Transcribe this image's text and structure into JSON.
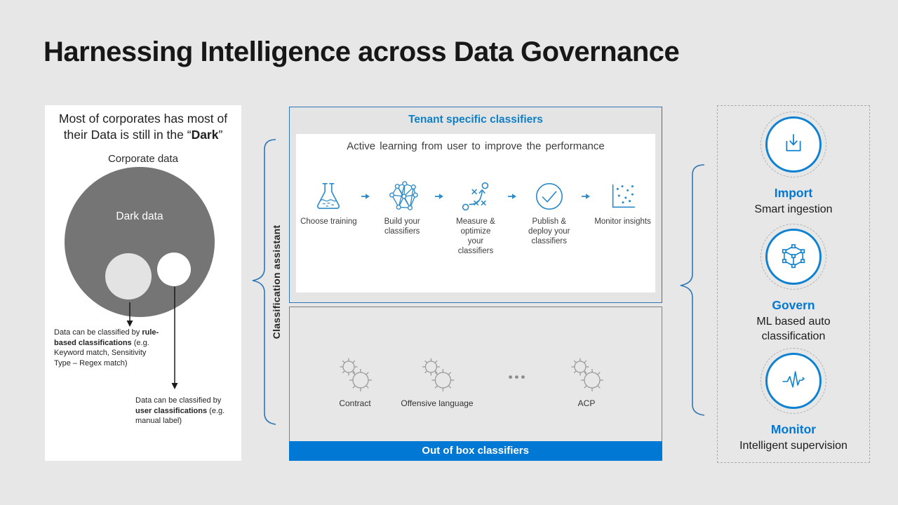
{
  "title": "Harnessing Intelligence across Data Governance",
  "colors": {
    "background": "#e7e7e7",
    "accent_blue": "#0078d4",
    "icon_blue": "#2e8bc9",
    "brace_blue": "#2e75b6",
    "dark_circle_gray": "#757575"
  },
  "left_panel": {
    "intro_line1": "Most of corporates has most of",
    "intro_line2_pre": "their Data is still in the “",
    "intro_bold": "Dark",
    "intro_line2_post": "”",
    "diagram_title": "Corporate data",
    "dark_circle_label": "Dark data",
    "annotation_rule": {
      "pre": "Data can be classified by ",
      "bold": "rule-based classifications",
      "post": " (e.g. Keyword match, Sensitivity Type – Regex match)"
    },
    "annotation_user": {
      "pre": "Data can be classified by ",
      "bold": "user classifications",
      "post": " (e.g. manual label)"
    }
  },
  "classification_assistant": {
    "label": "Classification assistant",
    "tenant_box": {
      "title": "Tenant specific classifiers",
      "subtitle": "Active learning from user to improve the performance",
      "steps": [
        {
          "icon": "flask-icon",
          "label": "Choose training"
        },
        {
          "icon": "network-icon",
          "label": "Build your classifiers"
        },
        {
          "icon": "strategy-icon",
          "label": "Measure & optimize your classifiers"
        },
        {
          "icon": "check-circle-icon",
          "label": "Publish & deploy your classifiers"
        },
        {
          "icon": "scatter-chart-icon",
          "label": "Monitor insights"
        }
      ]
    },
    "out_of_box": {
      "banner": "Out of box classifiers",
      "items": [
        {
          "icon": "burst-icon",
          "label": "Contract"
        },
        {
          "icon": "burst-icon",
          "label": "Offensive language"
        },
        {
          "icon": "burst-icon",
          "label": "ACP"
        }
      ],
      "ellipsis": "•••"
    }
  },
  "right_panel": {
    "features": [
      {
        "icon": "import-download-icon",
        "title": "Import",
        "subtitle": "Smart ingestion"
      },
      {
        "icon": "govern-cube-icon",
        "title": "Govern",
        "subtitle": "ML based auto classification"
      },
      {
        "icon": "monitor-pulse-icon",
        "title": "Monitor",
        "subtitle": "Intelligent supervision"
      }
    ]
  }
}
